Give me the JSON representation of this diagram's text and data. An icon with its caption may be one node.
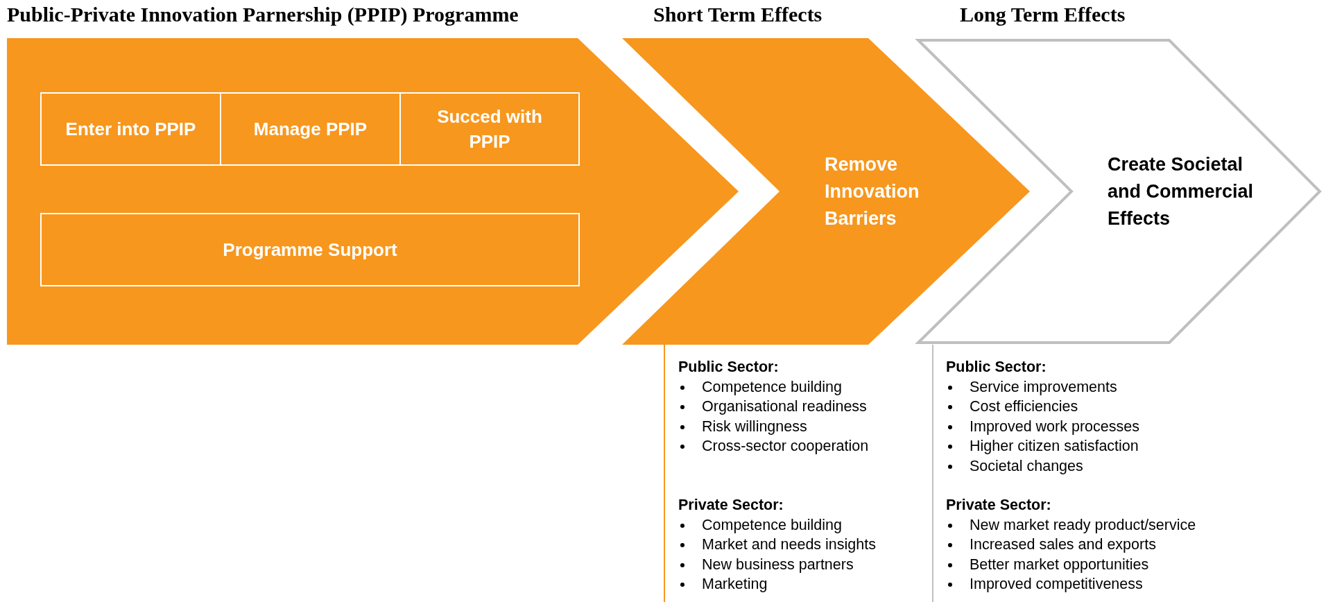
{
  "diagram": {
    "nodes": [
      {
        "text": [
          "Public-Private Innovation Parnership (PPIP) Programme"
        ]
      },
      {
        "text": [
          "Enter into PPIP"
        ],
        "in": 0
      },
      {
        "text": [
          "Manage PPIP"
        ],
        "in": 0
      },
      {
        "text": [
          "Succed with PPIP"
        ],
        "in": 0
      },
      {
        "text": [
          "Programme Support"
        ],
        "in": 0
      },
      {
        "text": [
          "Short Term Effects",
          "Remove Innovation Barriers"
        ]
      },
      {
        "text": [
          "Long Term Effects",
          "Create Societal and Commercial Effects"
        ]
      }
    ],
    "labels": [
      "Public Sector:",
      "Competence building",
      "Organisational readiness",
      "Risk willingness",
      "Cross-sector cooperation",
      "Private Sector:",
      "Competence building",
      "Market and needs insights",
      "New business partners",
      "Marketing",
      "Public Sector:",
      "Service improvements",
      "Cost efficiencies",
      "Improved work processes",
      "Higher citizen satisfaction",
      "Societal changes",
      "Private Sector:",
      "New market ready product/service",
      "Increased sales and exports",
      "Better market opportunities",
      "Improved competitiveness"
    ]
  }
}
